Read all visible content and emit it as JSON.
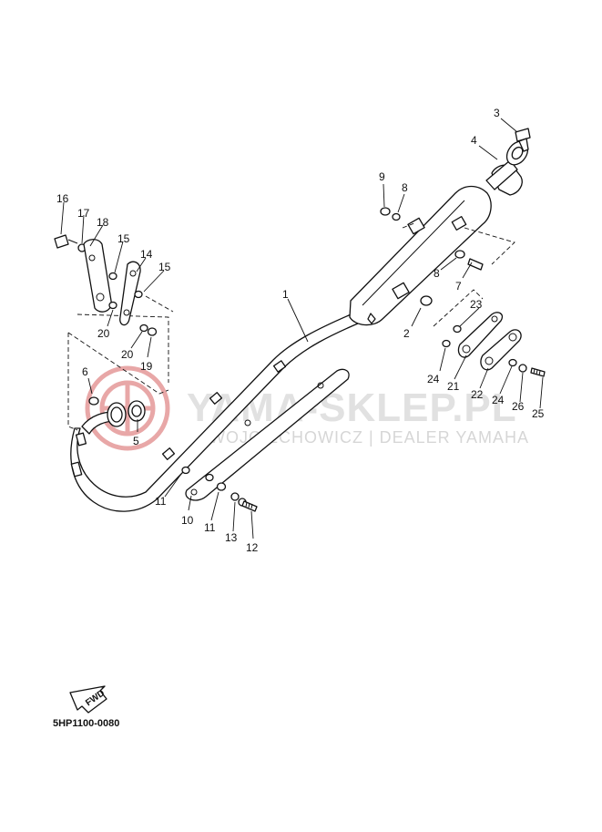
{
  "diagram_code": "5HP1100-0080",
  "watermark": {
    "main": "YAMA-SKLEP.PL",
    "sub": "WOJCIECHOWICZ | DEALER YAMAHA",
    "logo_color": "#e8a7a7"
  },
  "fwd_label": "FWD",
  "callouts": [
    {
      "id": "c1",
      "text": "1"
    },
    {
      "id": "c2",
      "text": "2"
    },
    {
      "id": "c3",
      "text": "3"
    },
    {
      "id": "c4",
      "text": "4"
    },
    {
      "id": "c5",
      "text": "5"
    },
    {
      "id": "c6",
      "text": "6"
    },
    {
      "id": "c7",
      "text": "7"
    },
    {
      "id": "c8a",
      "text": "8"
    },
    {
      "id": "c8b",
      "text": "8"
    },
    {
      "id": "c9",
      "text": "9"
    },
    {
      "id": "c10",
      "text": "10"
    },
    {
      "id": "c11a",
      "text": "11"
    },
    {
      "id": "c11b",
      "text": "11"
    },
    {
      "id": "c12",
      "text": "12"
    },
    {
      "id": "c13",
      "text": "13"
    },
    {
      "id": "c14",
      "text": "14"
    },
    {
      "id": "c15a",
      "text": "15"
    },
    {
      "id": "c15b",
      "text": "15"
    },
    {
      "id": "c16",
      "text": "16"
    },
    {
      "id": "c17",
      "text": "17"
    },
    {
      "id": "c18",
      "text": "18"
    },
    {
      "id": "c19",
      "text": "19"
    },
    {
      "id": "c20a",
      "text": "20"
    },
    {
      "id": "c20b",
      "text": "20"
    },
    {
      "id": "c21",
      "text": "21"
    },
    {
      "id": "c22",
      "text": "22"
    },
    {
      "id": "c23",
      "text": "23"
    },
    {
      "id": "c24a",
      "text": "24"
    },
    {
      "id": "c24b",
      "text": "24"
    },
    {
      "id": "c25",
      "text": "25"
    },
    {
      "id": "c26",
      "text": "26"
    }
  ]
}
